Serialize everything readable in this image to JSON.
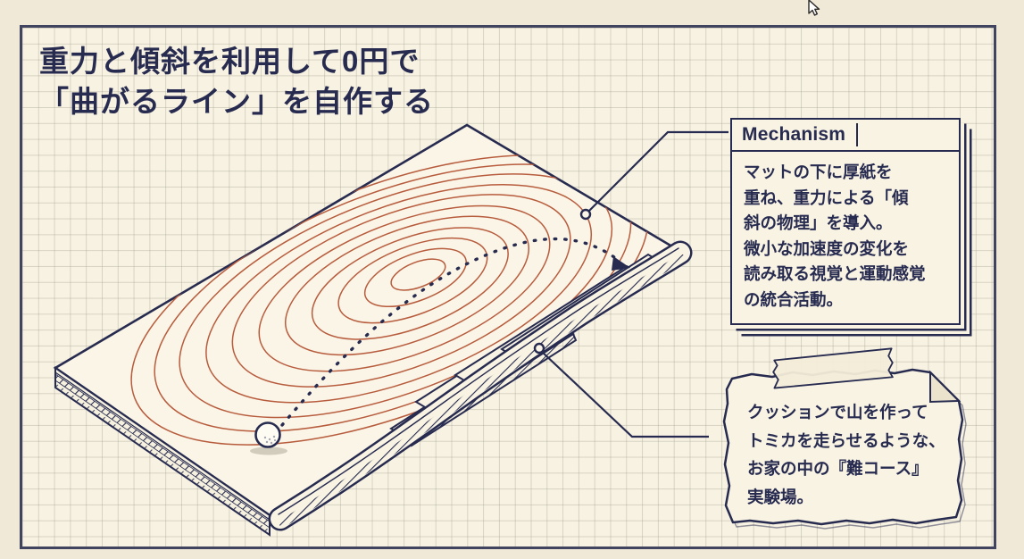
{
  "title": {
    "line1": "重力と傾斜を利用して0円で",
    "line2": "「曲がるライン」を自作する"
  },
  "mechanism_box": {
    "header": "Mechanism",
    "body_lines": [
      "マットの下に厚紙を",
      "重ね、重力による「傾",
      "斜の物理」を導入。",
      "微小な加速度の変化を",
      "読み取る視覚と運動感覚",
      "の統合活動。"
    ]
  },
  "sticky_note": {
    "lines": [
      "クッションで山を作って",
      "トミカを走らせるような、",
      "お家の中の『難コース』",
      "実験場。"
    ]
  },
  "icons": {
    "cursor": "arrow-pointer",
    "ball": "golf-ball",
    "tape": "masking-tape"
  },
  "colors": {
    "ink": "#272b50",
    "frame": "#41445f",
    "bg_outer": "#f0e9d8",
    "bg_inner": "#f8f2e2",
    "box_fill": "#f8f3e3",
    "mat_fill": "#faf5e6",
    "contour": "#b85c3e"
  }
}
